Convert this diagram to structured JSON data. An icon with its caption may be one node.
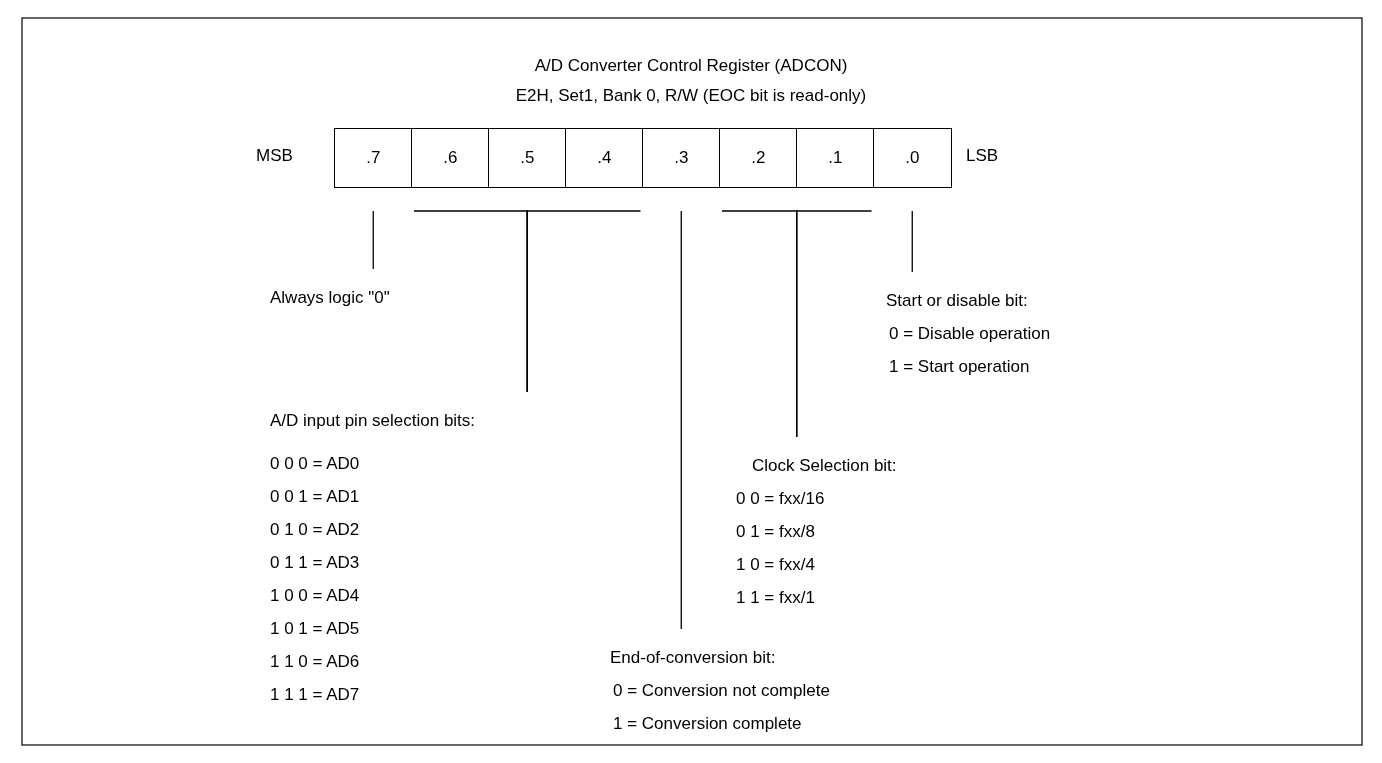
{
  "diagram": {
    "title": "A/D Converter Control Register (ADCON)",
    "nodes": [
      {
        "text": [
          ".7"
        ]
      },
      {
        "text": [
          ".6"
        ]
      },
      {
        "text": [
          ".5"
        ]
      },
      {
        "text": [
          ".4"
        ]
      },
      {
        "text": [
          ".3"
        ]
      },
      {
        "text": [
          ".2"
        ]
      },
      {
        "text": [
          ".1"
        ]
      },
      {
        "text": [
          ".0"
        ]
      },
      {
        "text": [
          "Always logic \"0\""
        ]
      },
      {
        "text": [
          "Start or disable bit:",
          "0 = Disable operation",
          "1 = Start operation"
        ]
      },
      {
        "text": [
          "A/D input pin selection bits:",
          "0 0 0 = AD0",
          "0 0 1 = AD1",
          "0 1 0 = AD2",
          "0 1 1 = AD3",
          "1 0 0 = AD4",
          "1 0 1 = AD5",
          "1 1 0 = AD6",
          "1 1 1 = AD7"
        ]
      },
      {
        "text": [
          "Clock Selection bit:",
          "0 0 = fxx/16",
          "0 1 = fxx/8",
          "1 0 = fxx/4",
          "1 1 = fxx/1"
        ]
      },
      {
        "text": [
          "End-of-conversion bit:",
          "0 = Conversion not complete",
          "1 = Conversion complete"
        ]
      }
    ],
    "edges": [
      {
        "from": 8,
        "to": 0,
        "arrow": "none"
      },
      {
        "from": 10,
        "to": 1,
        "arrow": "none"
      },
      {
        "from": 10,
        "to": 2,
        "arrow": "none"
      },
      {
        "from": 10,
        "to": 3,
        "arrow": "none"
      },
      {
        "from": 12,
        "to": 4,
        "arrow": "none"
      },
      {
        "from": 11,
        "to": 5,
        "arrow": "none"
      },
      {
        "from": 11,
        "to": 6,
        "arrow": "none"
      },
      {
        "from": 9,
        "to": 7,
        "arrow": "none"
      }
    ],
    "labels": [
      "E2H, Set1, Bank 0, R/W (EOC bit is read-only)",
      "MSB",
      "LSB"
    ]
  }
}
